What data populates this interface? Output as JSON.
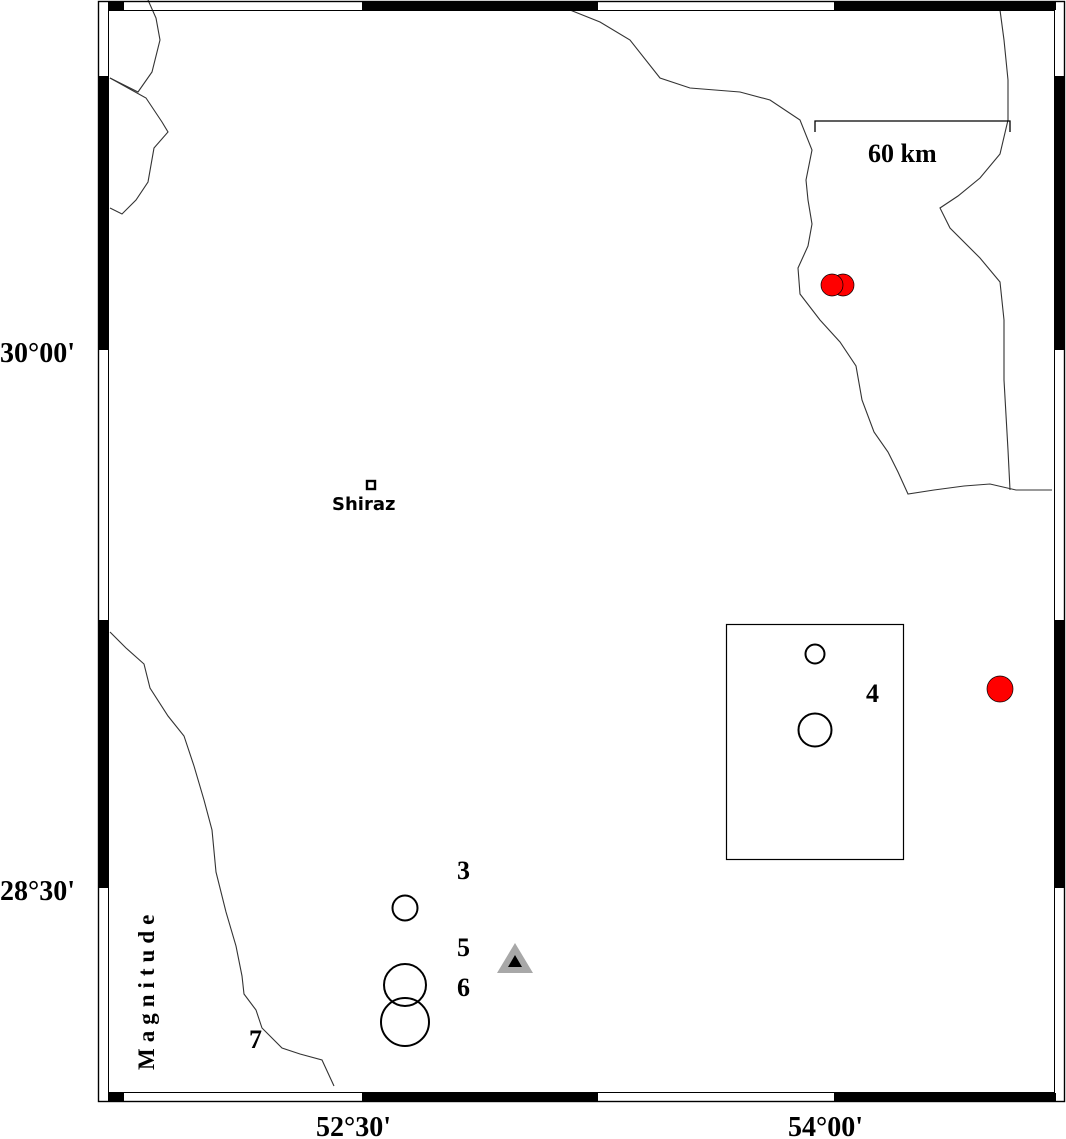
{
  "map": {
    "axis_labels": {
      "lat_30": "30°00'",
      "lat_28_30": "28°30'",
      "lon_52_30": "52°30'",
      "lon_54_00": "54°00'"
    },
    "scale_bar_label": "60 km",
    "city": {
      "name": "Shiraz"
    },
    "legend": {
      "title": "Magnitude",
      "labels": [
        "3",
        "5",
        "6",
        "7"
      ]
    },
    "box_label": "4",
    "colors": {
      "event_fill": "#ff0000",
      "station_outer": "#a8a8a8",
      "station_inner": "#000000",
      "frame": "#000000",
      "border_line": "#333333"
    }
  }
}
